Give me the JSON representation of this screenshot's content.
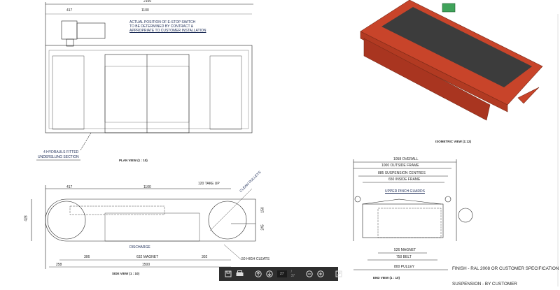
{
  "plan_view": {
    "overall_dim": "2150",
    "dim_left": "417",
    "dim_mid": "1100",
    "note_lines": [
      "ACTUAL POSITION OF E-STOP SWITCH",
      "TO BE DETERMINED BY CONTRACT &",
      "APPROPRIATE TO CUSTOMER INSTALLATION"
    ],
    "leader_lines": [
      "4 HYDRAULS FITTED",
      "UNDERSLUNG SECTION"
    ],
    "title": "PLAN VIEW (1 : 10)"
  },
  "side_view": {
    "dim_left": "417",
    "dim_mid": "1100",
    "take_up": "120 TAKE UP",
    "pulleys": "CLEAN PULLEYS",
    "height": "428",
    "dim_150": "150",
    "dim_245": "245",
    "discharge": "DISCHARGE",
    "dim_306": "306",
    "magnet": "632 MAGNET",
    "dim_302": "302",
    "dim_258": "258",
    "dim_1500": "1500",
    "cleats": "50 HIGH CLEATS",
    "title": "SIDE VIEW (1 : 10)"
  },
  "isometric_view": {
    "title": "ISOMETRIC VIEW (1:12)",
    "frame_color": "#c8442a",
    "belt_color": "#3c3c3c",
    "motor_color": "#3fa35a"
  },
  "end_view": {
    "overall": "1058 OVERALL",
    "outside_frame": "1000 OUTSIDE FRAME",
    "suspension": "885 SUSPENSION CENTRES",
    "inside_frame": "650 INSIDE FRAME",
    "guards": "UPPER PINCH GUARDS",
    "magnet": "526 MAGNET",
    "belt": "750 BELT",
    "pulley": "800 PULLEY",
    "title": "END VIEW (1 : 10)"
  },
  "notes": {
    "finish": "FINISH - RAL 2008 OR CUSTOMER SPECIFICATION",
    "suspension": "SUSPENSION - BY CUSTOMER"
  },
  "toolbar": {
    "current_page": "27",
    "total_pages": "/ 37"
  }
}
